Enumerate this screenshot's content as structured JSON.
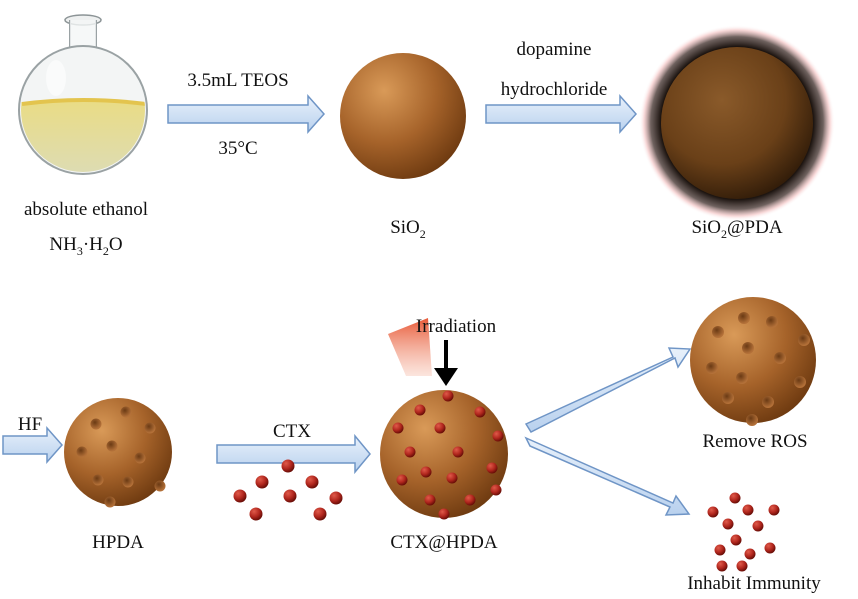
{
  "colors": {
    "arrow_fill": "#c9dcf3",
    "arrow_stroke": "#6f95c6",
    "particle": "#9e5a25",
    "particle_dark": "#5e2f0d",
    "drug": "#b0261d",
    "pda_glow": "#f2b8b8",
    "solution": "#e6dca0",
    "laser": "#e3603f"
  },
  "step1": {
    "reagent_line1": "absolute ethanol",
    "reagent_line2_a": "NH",
    "reagent_line2_sub1": "3",
    "reagent_line2_b": "·H",
    "reagent_line2_sub2": "2",
    "reagent_line2_c": "O",
    "arrow_top": "3.5mL TEOS",
    "arrow_bottom": "35°C",
    "product_main": "SiO",
    "product_sub": "2"
  },
  "step2": {
    "arrow_top_line1": "dopamine",
    "arrow_top_line2": "hydrochloride",
    "product_main": "SiO",
    "product_sub": "2",
    "product_rest": "@PDA"
  },
  "step3": {
    "etchant": "HF",
    "product": "HPDA"
  },
  "step4": {
    "drug": "CTX",
    "product": "CTX@HPDA",
    "stimulus": "Irradiation"
  },
  "outcomes": {
    "top": "Remove ROS",
    "bottom": "Inhabit Immunity"
  },
  "icons": {
    "flask": "round-bottom-flask-icon",
    "arrow": "right-arrow-icon",
    "laser": "laser-beam-icon",
    "down_arrow": "down-arrow-icon"
  }
}
